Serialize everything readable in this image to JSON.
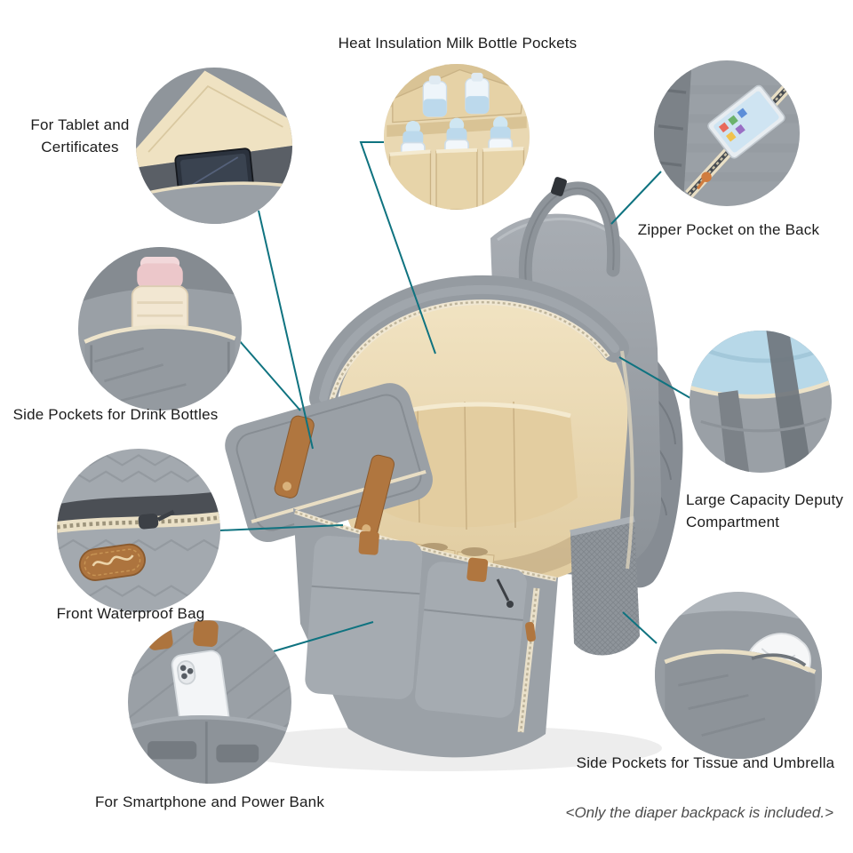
{
  "colors": {
    "accent": "#0f7380"
  },
  "callouts": [
    {
      "id": "milk-bottle-pockets",
      "label": "Heat Insulation Milk Bottle Pockets"
    },
    {
      "id": "tablet-certificates",
      "label": "For Tablet and Certificates"
    },
    {
      "id": "zipper-pocket-back",
      "label": "Zipper Pocket on the Back"
    },
    {
      "id": "side-pockets-drink",
      "label": "Side Pockets for Drink Bottles"
    },
    {
      "id": "deputy-compartment",
      "label": "Large Capacity Deputy Compartment"
    },
    {
      "id": "front-waterproof-bag",
      "label": "Front Waterproof Bag"
    },
    {
      "id": "smartphone-power-bank",
      "label": "For Smartphone and Power Bank"
    },
    {
      "id": "tissue-umbrella",
      "label": "Side Pockets for Tissue and Umbrella"
    }
  ],
  "footnote": "<Only the diaper backpack is included.>"
}
